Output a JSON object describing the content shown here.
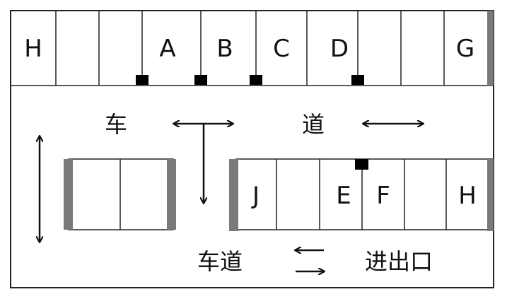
{
  "top_row": {
    "labels": [
      {
        "key": "h_left",
        "text": "H"
      },
      {
        "key": "a",
        "text": "A"
      },
      {
        "key": "b",
        "text": "B"
      },
      {
        "key": "c",
        "text": "C"
      },
      {
        "key": "d",
        "text": "D"
      },
      {
        "key": "g",
        "text": "G"
      }
    ]
  },
  "bottom_row": {
    "labels": [
      {
        "key": "j",
        "text": "J"
      },
      {
        "key": "e",
        "text": "E"
      },
      {
        "key": "f",
        "text": "F"
      },
      {
        "key": "h_right",
        "text": "H"
      }
    ]
  },
  "road": {
    "char_che": "车",
    "char_dao": "道",
    "lane_label": "车道",
    "entrance_label": "进出口"
  },
  "colors": {
    "line": "#111111",
    "marker": "#000000",
    "divider": "#7a7a7a"
  }
}
